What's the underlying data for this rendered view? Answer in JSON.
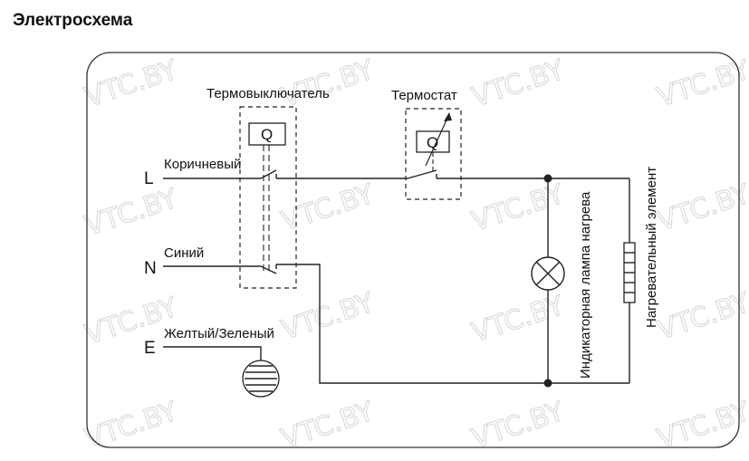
{
  "title": "Электросхема",
  "watermark": "VTC.BY",
  "components": {
    "thermal_switch": {
      "label": "Термовыключатель",
      "symbol": "Q"
    },
    "thermostat": {
      "label": "Термостат",
      "symbol": "Q"
    },
    "indicator_lamp": {
      "label": "Индикаторная лампа нагрева"
    },
    "heating_element": {
      "label": "Нагревательный элемент"
    }
  },
  "terminals": {
    "line": {
      "letter": "L",
      "wire_label": "Коричневый"
    },
    "neutral": {
      "letter": "N",
      "wire_label": "Синий"
    },
    "earth": {
      "letter": "E",
      "wire_label": "Желтый/Зеленый"
    }
  },
  "colors": {
    "wire": "#222222",
    "watermark": "#d6d6d6",
    "frame": "#333333"
  }
}
